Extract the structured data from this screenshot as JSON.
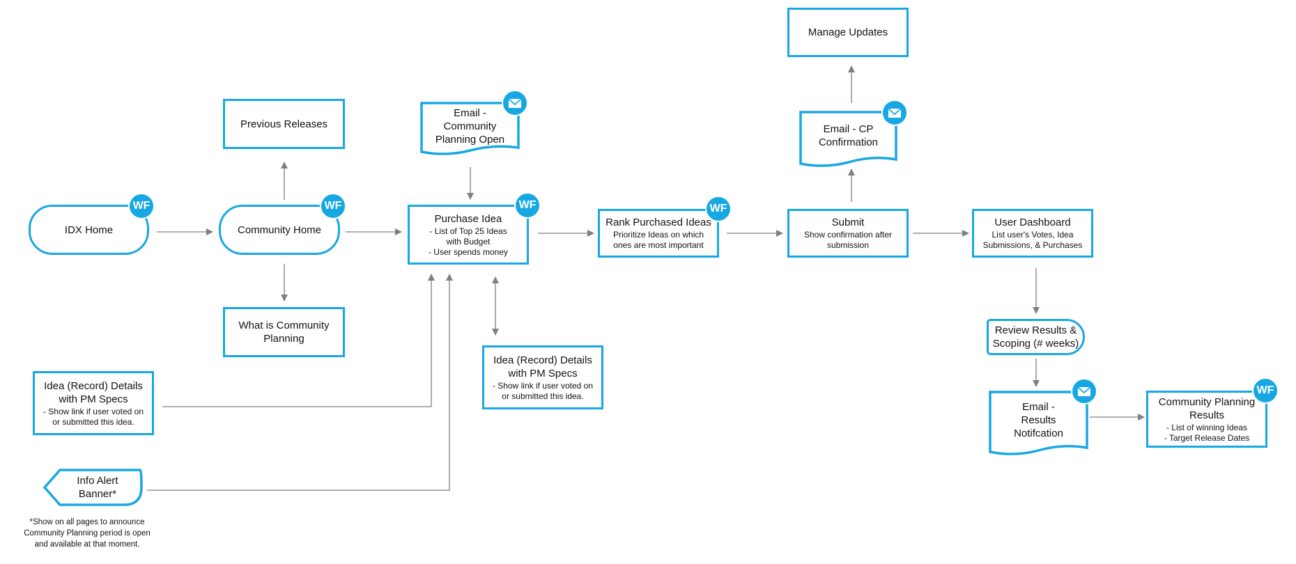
{
  "badge_wf": "WF",
  "nodes": {
    "idx_home": {
      "title": "IDX Home"
    },
    "community_home": {
      "title": "Community Home"
    },
    "previous_releases": {
      "title": "Previous Releases"
    },
    "what_is_cp": {
      "title": "What is Community Planning"
    },
    "email_cp_open": {
      "title": "Email - Community Planning Open"
    },
    "purchase_idea": {
      "title": "Purchase Idea",
      "lines": [
        "- List of Top 25 Ideas",
        "with Budget",
        "- User spends money"
      ]
    },
    "idea_details_mid": {
      "title": "Idea (Record) Details with PM Specs",
      "lines": [
        "- Show link if user voted on",
        "or submitted this idea."
      ]
    },
    "idea_details_left": {
      "title": "Idea (Record) Details with PM Specs",
      "lines": [
        "- Show link if user voted on",
        "or submitted this idea."
      ]
    },
    "info_alert": {
      "title": "Info Alert Banner*"
    },
    "info_note": {
      "lines": [
        "*Show on all pages to announce",
        "Community Planning period is open",
        "and available at that moment."
      ]
    },
    "rank_ideas": {
      "title": "Rank Purchased Ideas",
      "lines": [
        "Prioritize Ideas on which",
        "ones are most important"
      ]
    },
    "submit": {
      "title": "Submit",
      "lines": [
        "Show confirmation after",
        "submission"
      ]
    },
    "email_cp_confirm": {
      "title": "Email - CP Confirmation"
    },
    "manage_updates": {
      "title": "Manage Updates"
    },
    "user_dashboard": {
      "title": "User Dashboard",
      "lines": [
        "List user's Votes, Idea",
        "Submissions, & Purchases"
      ]
    },
    "review_results": {
      "title": "Review Results & Scoping (# weeks)"
    },
    "email_results": {
      "title": "Email - Results Notifcation"
    },
    "cp_results": {
      "title": "Community Planning Results",
      "lines": [
        "- List of winning Ideas",
        "- Target Release Dates"
      ]
    }
  },
  "colors": {
    "accent": "#17a8e3",
    "connector": "#7f7f7f"
  },
  "icons": [
    "wf-badge-icon",
    "envelope-icon",
    "arrow-icon"
  ]
}
